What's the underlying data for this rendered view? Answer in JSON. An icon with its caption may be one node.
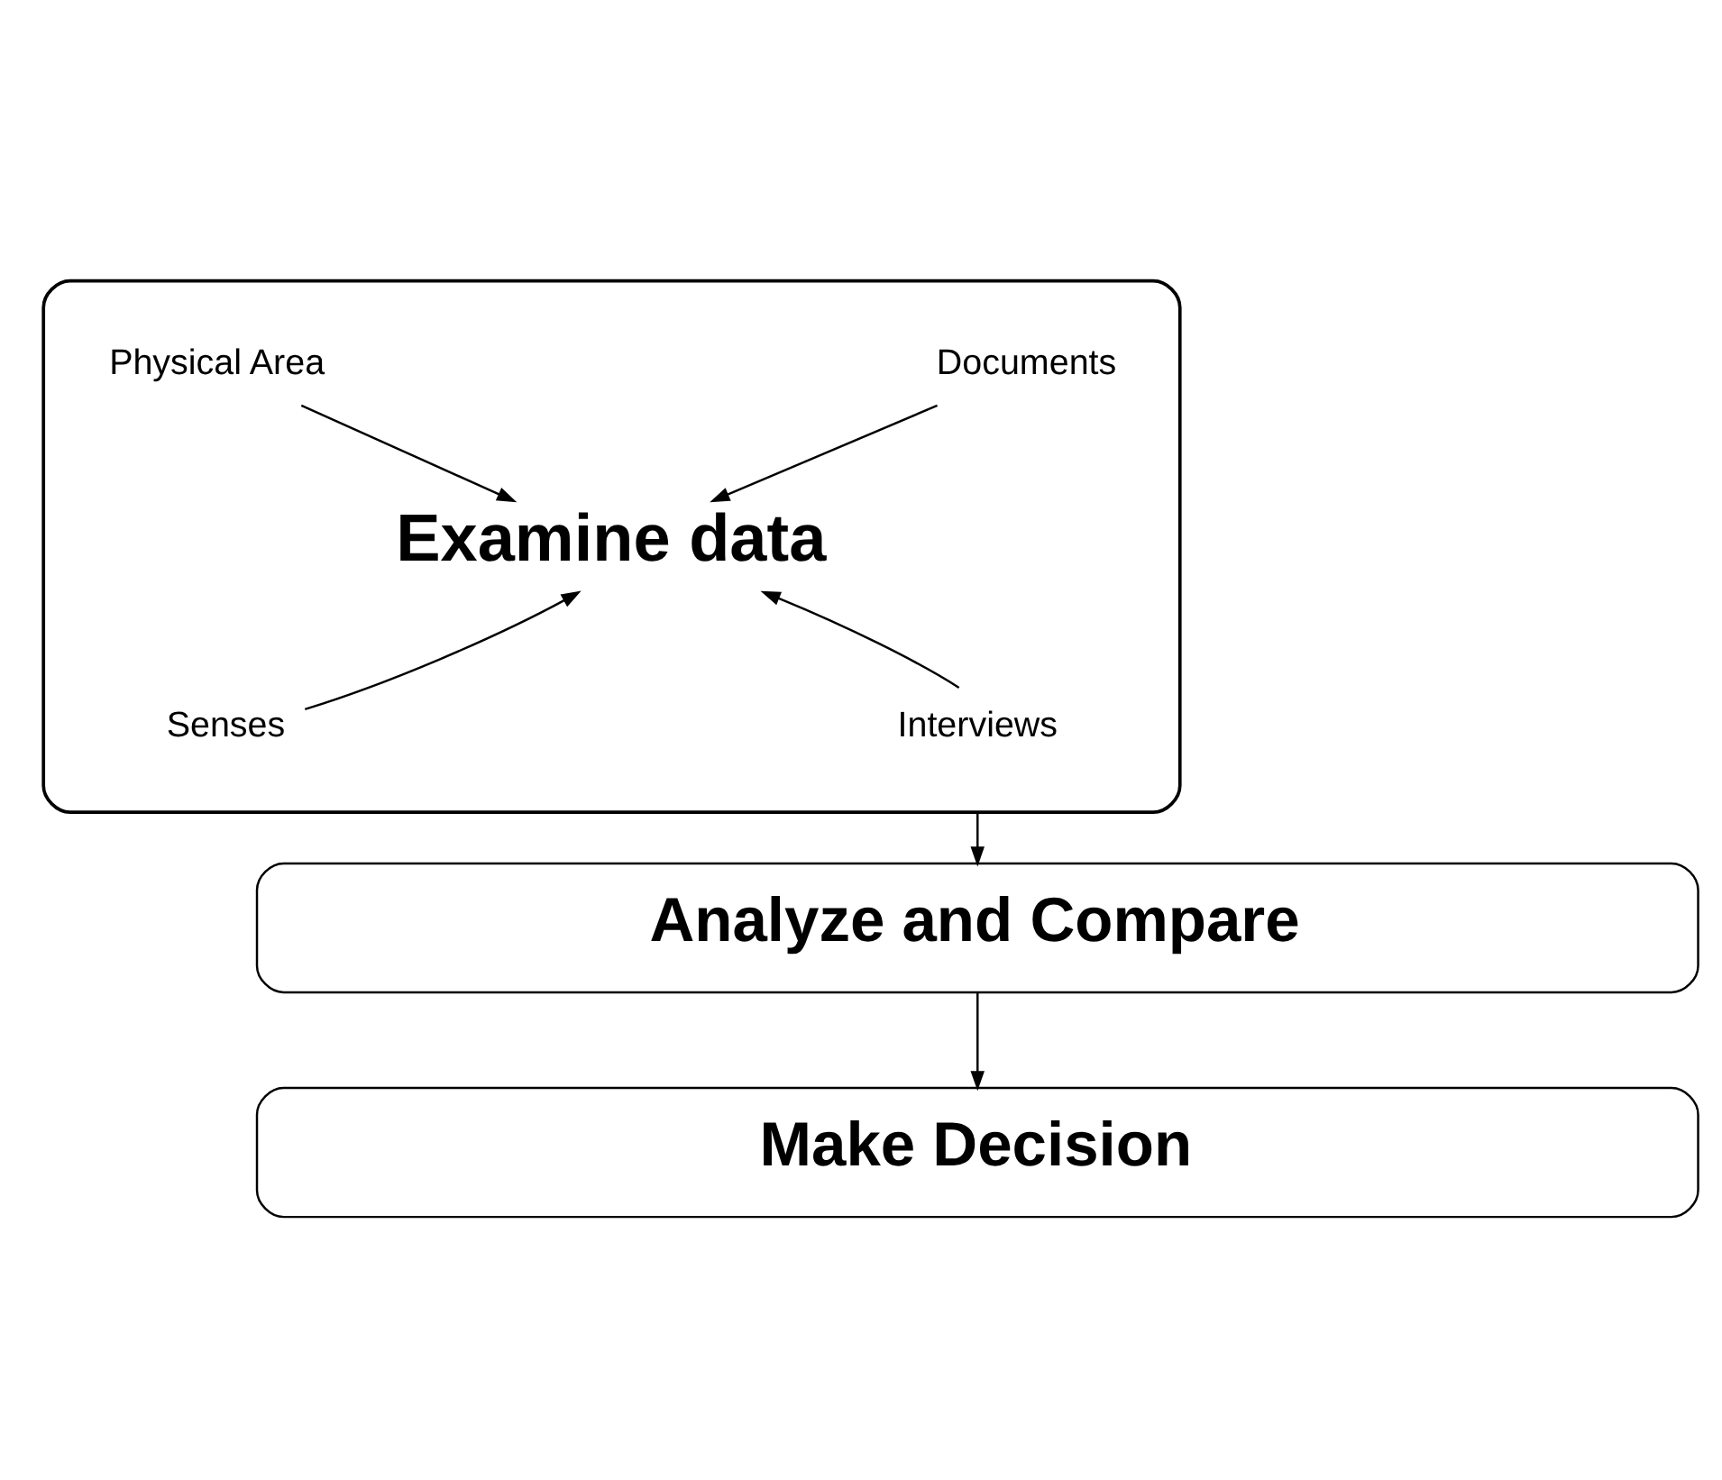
{
  "diagram": {
    "nodes": [
      {
        "text": [],
        "shape": "box"
      },
      {
        "text": [
          "Physical Area"
        ],
        "in": 0
      },
      {
        "text": [
          "Documents"
        ],
        "in": 0
      },
      {
        "text": [
          "Examine data"
        ],
        "in": 0
      },
      {
        "text": [
          "Senses"
        ],
        "in": 0
      },
      {
        "text": [
          "Interviews"
        ],
        "in": 0
      },
      {
        "text": [
          "Analyze and Compare"
        ]
      },
      {
        "text": [
          "Make Decision"
        ]
      }
    ],
    "edges": [
      {
        "from": 1,
        "to": 3,
        "arrow": "to"
      },
      {
        "from": 2,
        "to": 3,
        "arrow": "to"
      },
      {
        "from": 4,
        "to": 3,
        "arrow": "to"
      },
      {
        "from": 5,
        "to": 3,
        "arrow": "to"
      },
      {
        "from": 0,
        "to": 6,
        "arrow": "to"
      },
      {
        "from": 6,
        "to": 7,
        "arrow": "to"
      }
    ]
  }
}
